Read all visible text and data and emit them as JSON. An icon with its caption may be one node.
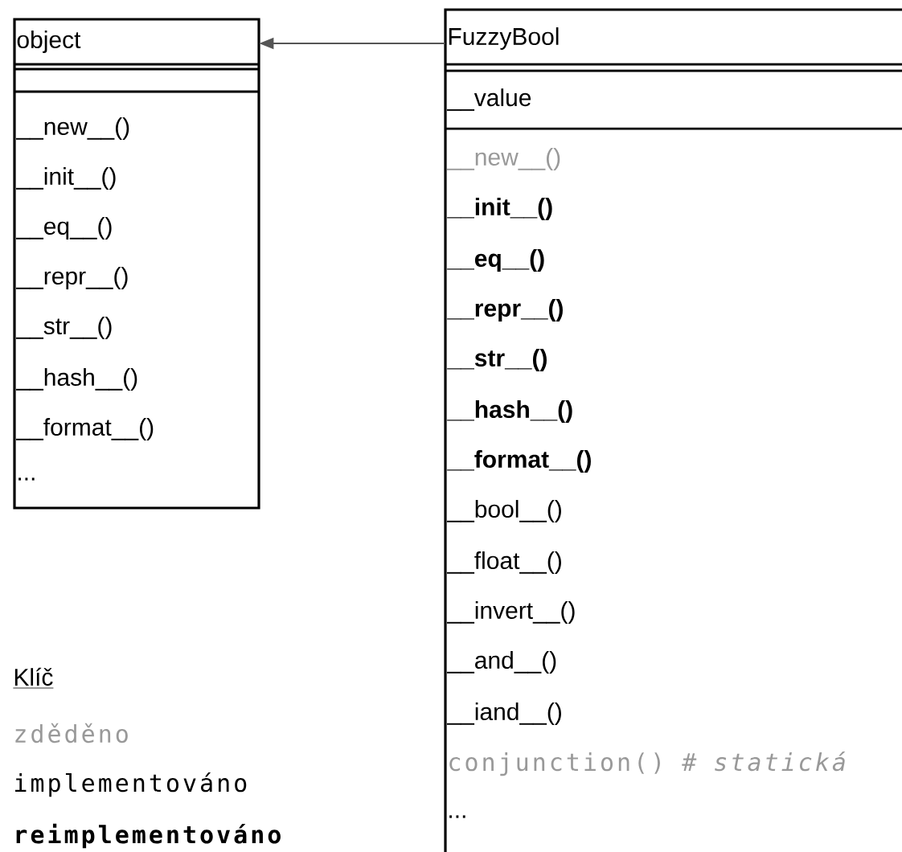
{
  "diagram": {
    "nodes": [
      {
        "text": [
          "object",
          "__new__()",
          "__init__()",
          "__eq__()",
          "__repr__()",
          "__str__()",
          "__hash__()",
          "__format__()",
          "..."
        ]
      },
      {
        "text": [
          "FuzzyBool",
          "__value",
          "__new__()",
          "__init__()",
          "__eq__()",
          "__repr__()",
          "__str__()",
          "__hash__()",
          "__format__()",
          "__bool__()",
          "__float__()",
          "__invert__()",
          "__and__()",
          "__iand__()",
          "conjunction() # *statická*",
          "..."
        ]
      }
    ],
    "edges": [
      {
        "from": 1,
        "to": 0,
        "arrow": "to"
      }
    ],
    "labels": [
      "Klíč"
    ],
    "legend": [
      {
        "text": "zděděno"
      },
      {
        "text": "implementováno"
      },
      {
        "text": "reimplementováno"
      }
    ]
  }
}
